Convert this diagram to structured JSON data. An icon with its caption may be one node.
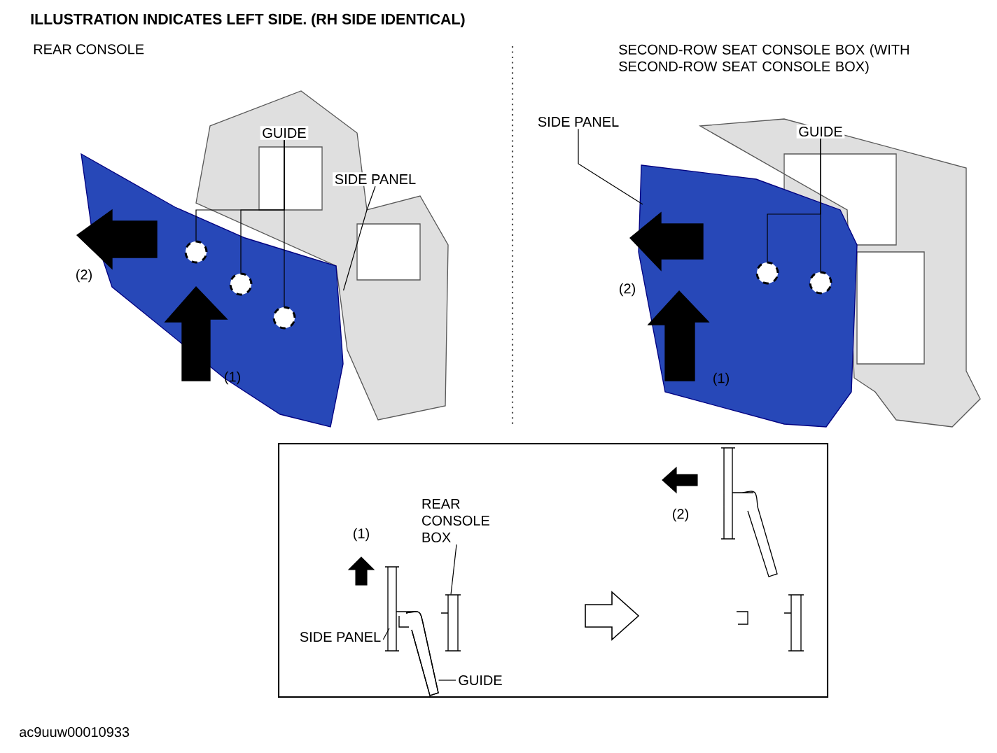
{
  "diagram": {
    "title": "ILLUSTRATION INDICATES LEFT SIDE. (RH SIDE IDENTICAL)",
    "nodes": [
      {
        "text": [
          "GUIDE"
        ]
      },
      {
        "text": [],
        "shape": "circle",
        "in": 13
      },
      {
        "text": [],
        "shape": "circle",
        "in": 13
      },
      {
        "text": [],
        "shape": "circle",
        "in": 13
      },
      {
        "text": [
          "SIDE PANEL"
        ]
      },
      {
        "text": [
          "SIDE PANEL"
        ]
      },
      {
        "text": [
          "GUIDE"
        ]
      },
      {
        "text": [],
        "shape": "circle"
      },
      {
        "text": [],
        "shape": "circle"
      },
      {
        "text": [],
        "shape": "box"
      },
      {
        "text": [
          "REAR CONSOLE BOX"
        ],
        "in": 9
      },
      {
        "text": [
          "SIDE PANEL"
        ],
        "in": 9
      },
      {
        "text": [
          "GUIDE"
        ],
        "in": 9
      },
      {
        "text": [],
        "shape": "picture"
      },
      {
        "text": [],
        "shape": "picture",
        "in": 9
      },
      {
        "text": [],
        "shape": "picture",
        "in": 9
      }
    ],
    "edges": [
      {
        "from": 0,
        "to": 1,
        "arrow": "none"
      },
      {
        "from": 0,
        "to": 2,
        "arrow": "none"
      },
      {
        "from": 0,
        "to": 3,
        "arrow": "none"
      },
      {
        "from": 4,
        "to": 13,
        "arrow": "none"
      },
      {
        "from": 5,
        "to": null,
        "arrow": "none"
      },
      {
        "from": 6,
        "to": 7,
        "arrow": "none"
      },
      {
        "from": 6,
        "to": 8,
        "arrow": "none"
      },
      {
        "from": 10,
        "to": 15,
        "arrow": "none"
      },
      {
        "from": 11,
        "to": null,
        "arrow": "none"
      },
      {
        "from": 12,
        "to": 14,
        "arrow": "none"
      }
    ],
    "labels": [
      "REAR CONSOLE",
      "SECOND-ROW SEAT CONSOLE BOX (WITH SECOND-ROW SEAT CONSOLE BOX)",
      "(2)",
      "(1)",
      "(2)",
      "(1)",
      "(1)",
      "(2)",
      "ac9uuw00010933"
    ]
  }
}
